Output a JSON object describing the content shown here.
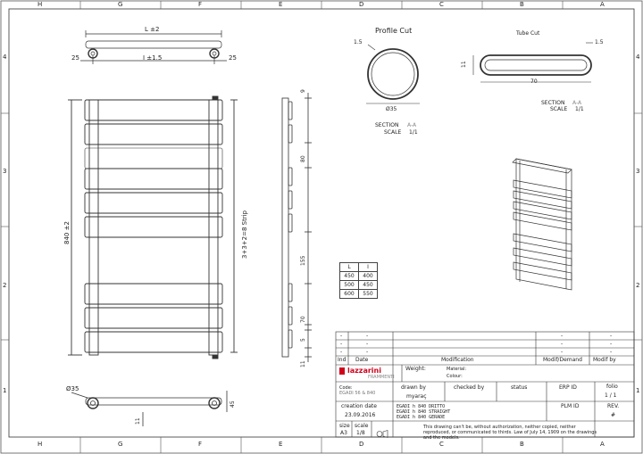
{
  "frame": {
    "top_letters": [
      "H",
      "G",
      "F",
      "E",
      "D",
      "C",
      "B",
      "A"
    ],
    "bottom_letters": [
      "H",
      "G",
      "F",
      "E",
      "D",
      "C",
      "B",
      "A"
    ],
    "left_numbers": [
      "4",
      "3",
      "2",
      "1"
    ],
    "right_numbers": [
      "4",
      "3",
      "2",
      "1"
    ]
  },
  "top_view": {
    "dim_total": "L ±2",
    "dim_inner": "I ±1.5",
    "dim_left": "25",
    "dim_right": "25"
  },
  "front_view": {
    "dim_height": "840 ±2",
    "strip_label": "3+3+2=8 Strip"
  },
  "side_view": {
    "dims": [
      "9",
      "80",
      "155",
      "70",
      "5",
      "11"
    ]
  },
  "bottom_view": {
    "dim_tube": "Ø35",
    "dim_11": "11",
    "dim_45": "45"
  },
  "profile_cut": {
    "title": "Profile Cut",
    "dim_wall": "1.5",
    "dim_diam": "Ø35",
    "section_label": "SECTION",
    "section_id": "A-A",
    "scale_label": "SCALE",
    "scale_value": "1/1"
  },
  "tube_cut": {
    "title": "Tube Cut",
    "dim_wall": "1.5",
    "dim_height": "11",
    "dim_width": "70",
    "section_label": "SECTION",
    "section_id": "A-A",
    "scale_label": "SCALE",
    "scale_value": "1/1"
  },
  "size_table": {
    "headers": [
      "L",
      "I"
    ],
    "rows": [
      [
        "450",
        "400"
      ],
      [
        "500",
        "450"
      ],
      [
        "600",
        "550"
      ]
    ]
  },
  "revision_block": {
    "rows": [
      [
        "-",
        "-",
        "-",
        "-"
      ],
      [
        "-",
        "-",
        "-",
        "-"
      ],
      [
        "-",
        "-",
        "-",
        "-"
      ]
    ],
    "headers": {
      "ind": "Ind",
      "date": "Date",
      "modification": "Modification",
      "modif_demand": "Modif/Demand",
      "modif_by": "Modif by"
    }
  },
  "title_block": {
    "brand": "lazzarini",
    "brand_sub": "FRAMMENTI",
    "code_label": "Code:",
    "code_value": "EGADI 56 & 840",
    "weight_label": "Weight:",
    "material_label": "Material:",
    "colour_label": "Colour:",
    "drawn_by_label": "drawn by",
    "drawn_by_value": "myaraç",
    "checked_by_label": "checked by",
    "status_label": "status",
    "erp_label": "ERP ID",
    "folio_label": "folio",
    "folio_value": "1 / 1",
    "plm_label": "PLM ID",
    "rev_label": "REV.",
    "rev_value": "#",
    "creation_date_label": "creation date",
    "creation_date_value": "23.09.2016",
    "size_label": "size",
    "size_value": "A3",
    "scale_label": "scale",
    "scale_value": "1/8",
    "desc_lines": [
      "EGADI h 840 DRITTO",
      "EGADI h 840 STRAIGHT",
      "EGADI h 840 GERADE"
    ],
    "notice": "This drawing can't be, without authorization, neither copied, neither reproduced, or communicated to thirds. Law of July 14, 1909 on the drawings and the models."
  },
  "colors": {
    "line": "#333333",
    "accent": "#d0021b"
  }
}
